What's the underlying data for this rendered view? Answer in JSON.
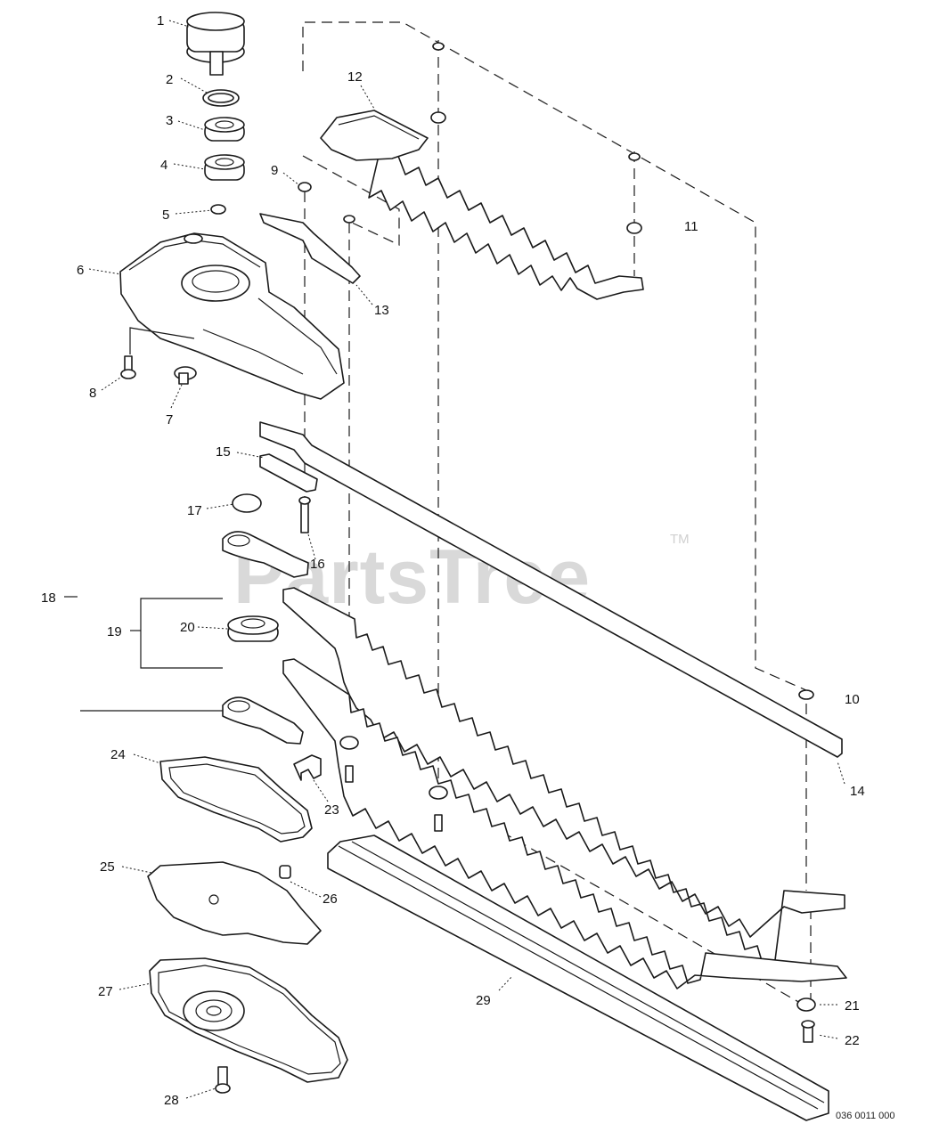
{
  "diagram": {
    "watermark": "PartsTree",
    "watermark_tm": "TM",
    "drawing_code": "036 0011 000",
    "part_labels": [
      "1",
      "2",
      "3",
      "4",
      "5",
      "6",
      "7",
      "8",
      "9",
      "10",
      "11",
      "12",
      "13",
      "14",
      "15",
      "16",
      "17",
      "18",
      "19",
      "20",
      "21",
      "22",
      "23",
      "24",
      "25",
      "26",
      "27",
      "28",
      "29"
    ]
  }
}
